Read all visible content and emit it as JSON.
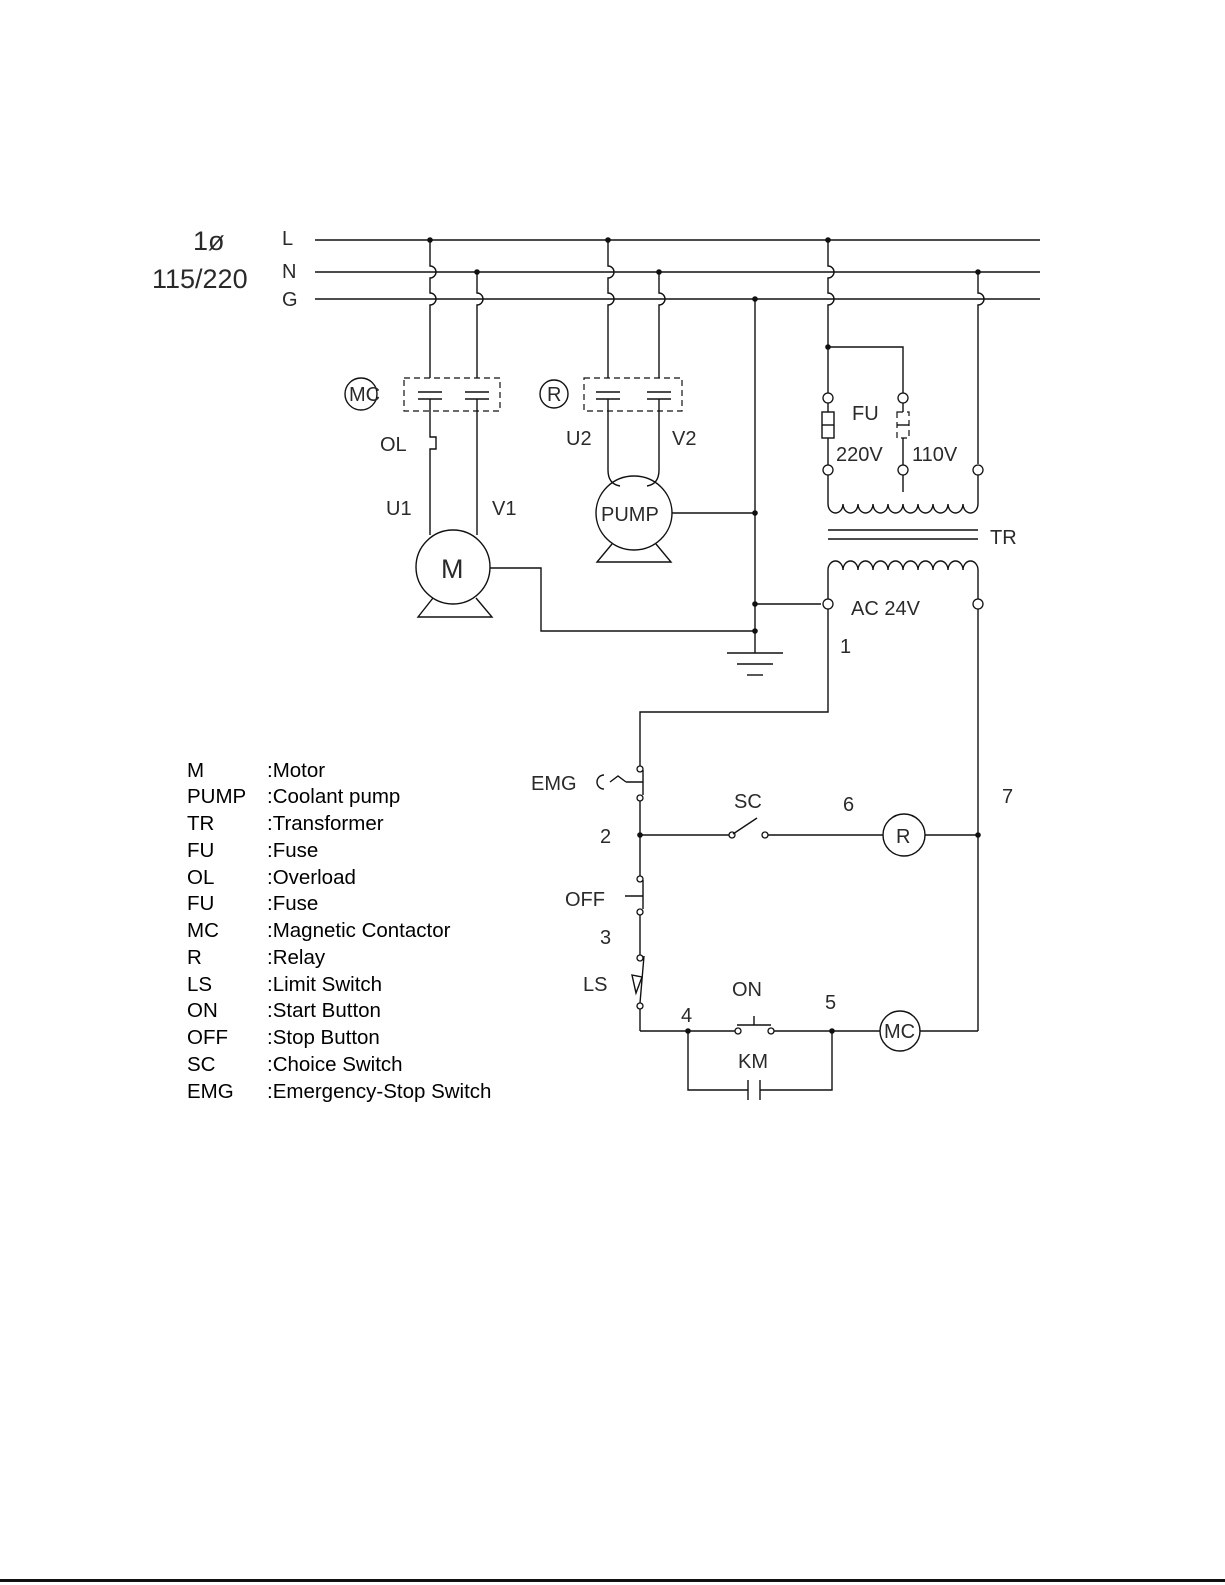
{
  "supply": {
    "phase": "1ø",
    "voltage": "115/220",
    "line_l": "L",
    "line_n": "N",
    "line_g": "G"
  },
  "labels": {
    "mc_symbol": "MC",
    "r_symbol": "R",
    "ol": "OL",
    "u1": "U1",
    "v1": "V1",
    "u2": "U2",
    "v2": "V2",
    "motor": "M",
    "pump": "PUMP",
    "fu": "FU",
    "v220": "220V",
    "v110": "110V",
    "tr": "TR",
    "ac24": "AC  24V",
    "n1": "1",
    "n2": "2",
    "n3": "3",
    "n4": "4",
    "n5": "5",
    "n6": "6",
    "n7": "7",
    "emg": "EMG",
    "sc": "SC",
    "off": "OFF",
    "ls": "LS",
    "on": "ON",
    "km": "KM",
    "relay_coil": "R",
    "mc_coil": "MC"
  },
  "legend": [
    {
      "code": "M",
      "desc": ":Motor"
    },
    {
      "code": "PUMP",
      "desc": ":Coolant  pump"
    },
    {
      "code": "TR",
      "desc": ":Transformer"
    },
    {
      "code": "FU",
      "desc": ":Fuse"
    },
    {
      "code": "OL",
      "desc": ":Overload"
    },
    {
      "code": "FU",
      "desc": ":Fuse"
    },
    {
      "code": "MC",
      "desc": ":Magnetic Contactor"
    },
    {
      "code": "R",
      "desc": ":Relay"
    },
    {
      "code": "LS",
      "desc": ":Limit Switch"
    },
    {
      "code": "ON",
      "desc": ":Start Button"
    },
    {
      "code": "OFF",
      "desc": ":Stop Button"
    },
    {
      "code": "SC",
      "desc": ":Choice Switch"
    },
    {
      "code": "EMG",
      "desc": ":Emergency-Stop Switch"
    }
  ]
}
